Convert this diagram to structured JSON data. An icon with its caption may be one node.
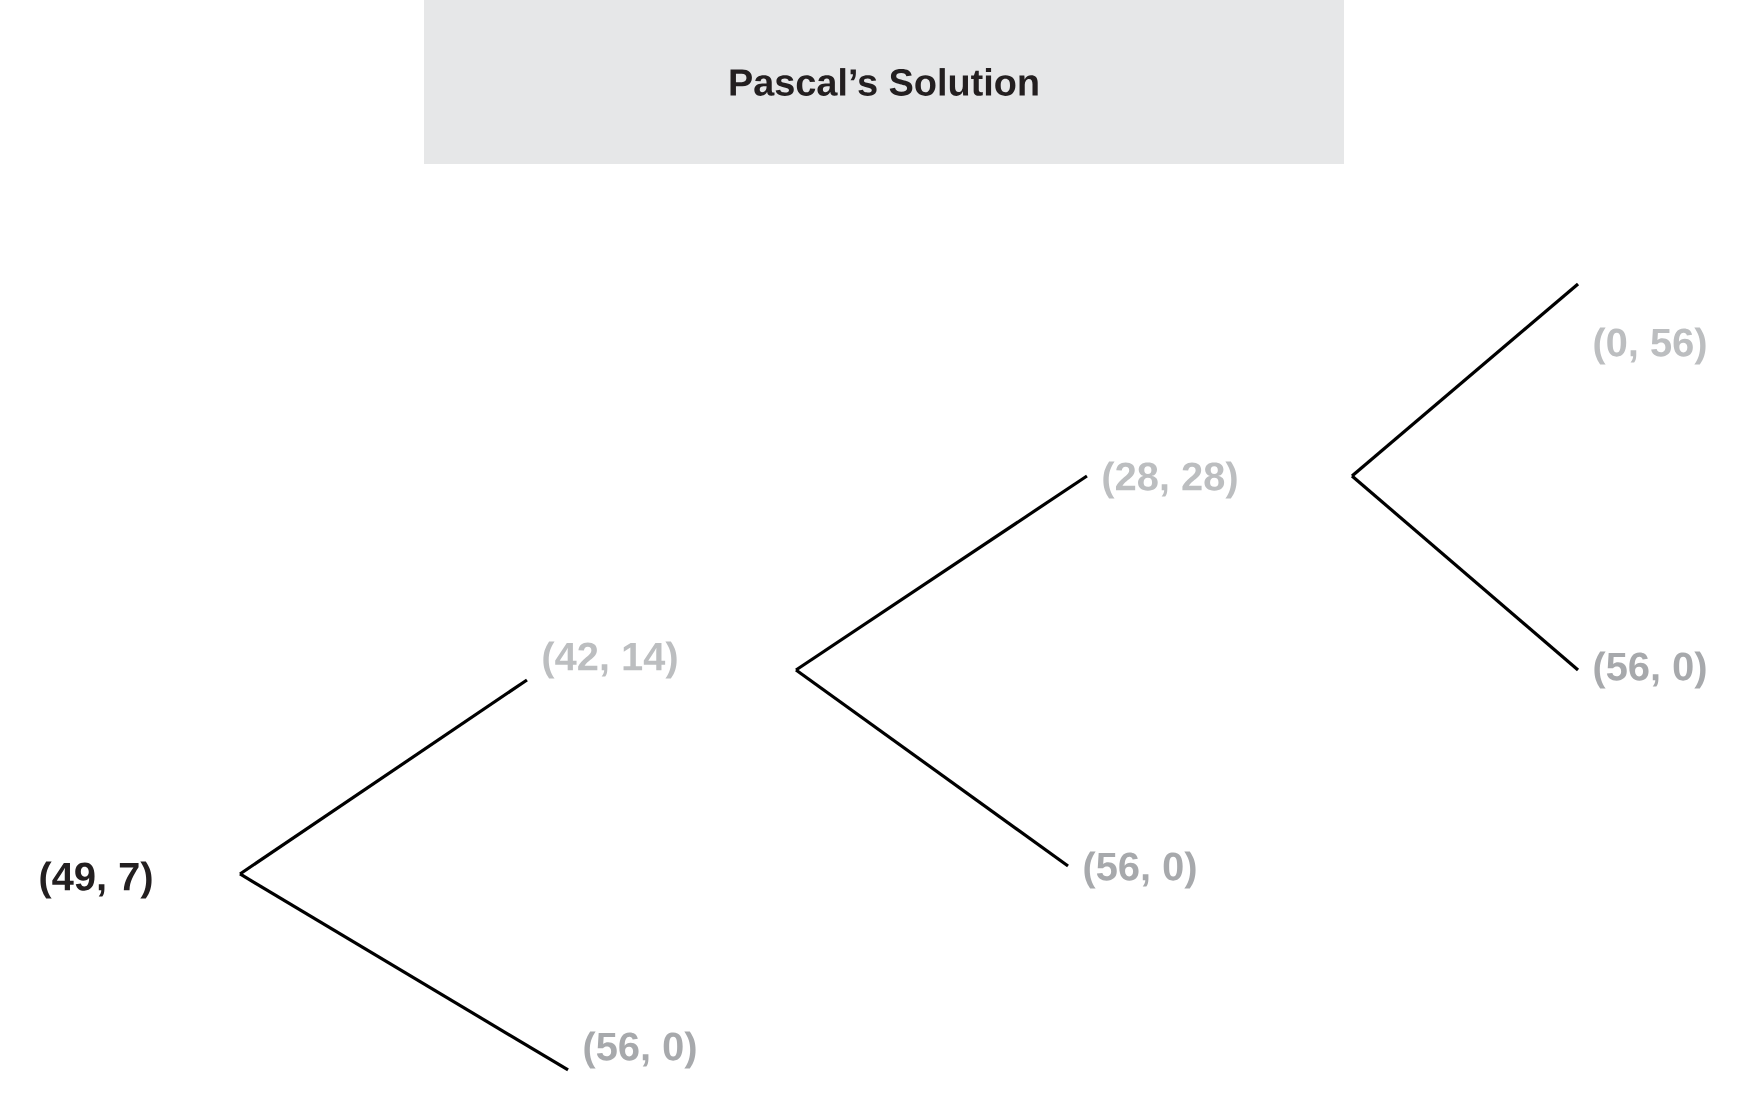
{
  "diagram": {
    "title": "Pascal’s Solution",
    "nodes": [
      {
        "text": [
          "(49, 7)"
        ]
      },
      {
        "text": [
          "(42, 14)"
        ]
      },
      {
        "text": [
          "(56, 0)"
        ]
      },
      {
        "text": [
          "(28, 28)"
        ]
      },
      {
        "text": [
          "(56, 0)"
        ]
      },
      {
        "text": [
          "(0, 56)"
        ]
      },
      {
        "text": [
          "(56, 0)"
        ]
      }
    ],
    "edges": [
      {
        "from": 0,
        "to": 1,
        "arrow": "none"
      },
      {
        "from": 0,
        "to": 2,
        "arrow": "none"
      },
      {
        "from": 1,
        "to": 3,
        "arrow": "none"
      },
      {
        "from": 1,
        "to": 4,
        "arrow": "none"
      },
      {
        "from": 3,
        "to": 5,
        "arrow": "none"
      },
      {
        "from": 3,
        "to": 6,
        "arrow": "none"
      }
    ]
  }
}
